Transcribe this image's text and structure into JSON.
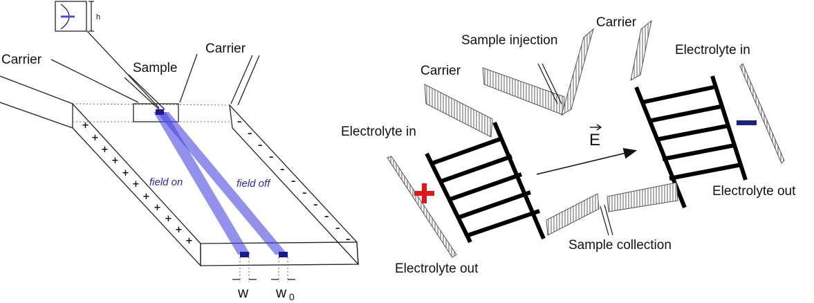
{
  "left_panel": {
    "labels": {
      "carrier_left": "Carrier",
      "carrier_right": "Carrier",
      "sample": "Sample",
      "field_on": "field on",
      "field_off": "field off",
      "h": "h",
      "w": "w",
      "w0_base": "w",
      "w0_sub": "0"
    },
    "colors": {
      "beam": "#4a4ae0",
      "sample_dot": "#1a1a90"
    }
  },
  "right_panel": {
    "labels": {
      "carrier_left": "Carrier",
      "carrier_top": "Carrier",
      "sample_injection": "Sample injection",
      "electrolyte_in_left": "Electrolyte in",
      "electrolyte_in_right": "Electrolyte in",
      "electrolyte_out_left": "Electrolyte out",
      "electrolyte_out_right": "Electrolyte out",
      "sample_collection": "Sample collection",
      "field_vector": "E"
    },
    "colors": {
      "plus": "#e0161a",
      "minus": "#1a237e"
    }
  }
}
